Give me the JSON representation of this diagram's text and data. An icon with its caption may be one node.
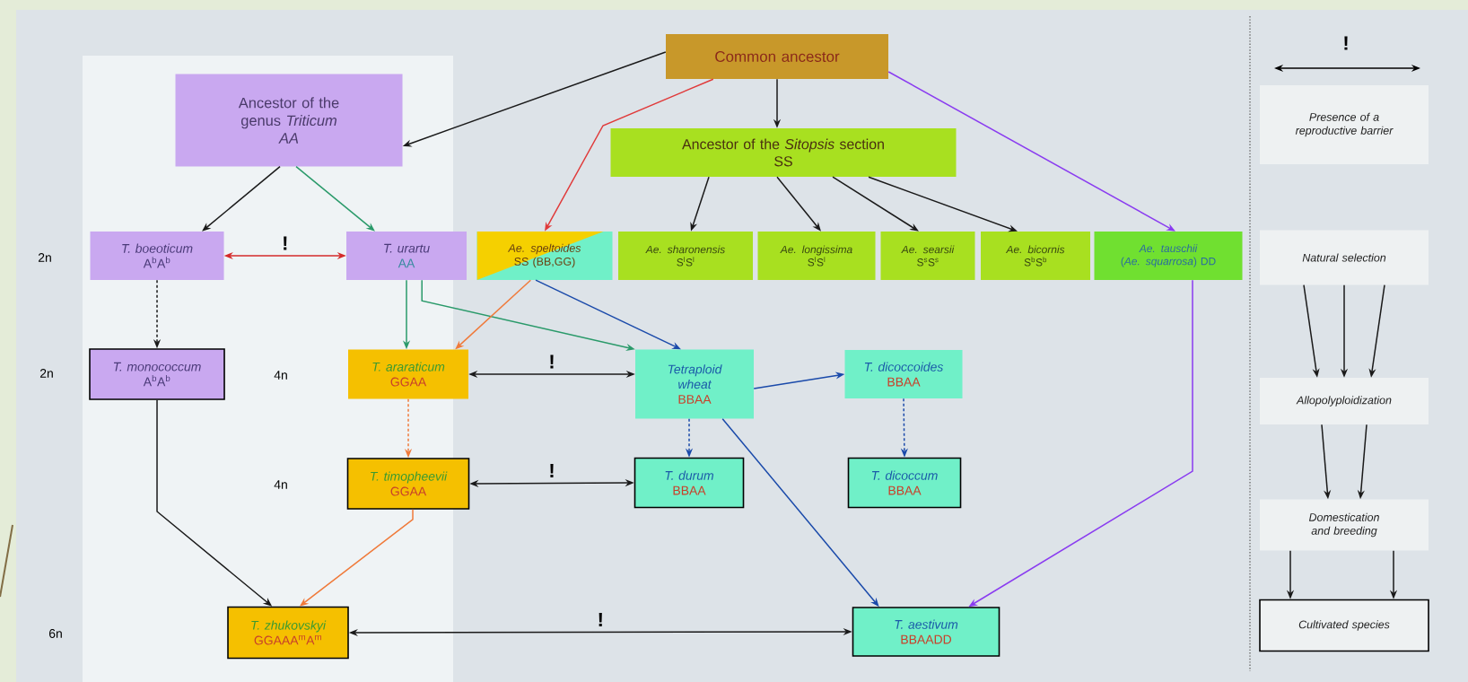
{
  "diagram": {
    "nodes": [
      {
        "text": [
          "Common ancestor"
        ]
      },
      {
        "text": [
          "Ancestor of the genus *Triticum*",
          "AA"
        ]
      },
      {
        "text": [
          "Ancestor of the *Sitopsis* section",
          "SS"
        ]
      },
      {
        "text": [
          "T. boeoticum",
          "A$^{b}$A$^{b}$"
        ]
      },
      {
        "text": [
          "T. urartu",
          "AA"
        ]
      },
      {
        "text": [
          "Ae. speltoides",
          "SS (BB,GG)"
        ]
      },
      {
        "text": [
          "Ae. sharonensis",
          "S$^{l}$S$^{l}$"
        ]
      },
      {
        "text": [
          "Ae. longissima",
          "S$^{l}$S$^{l}$"
        ]
      },
      {
        "text": [
          "Ae. searsii",
          "S$^{s}$S$^{s}$"
        ]
      },
      {
        "text": [
          "Ae. bicornis",
          "S$^{b}$S$^{b}$"
        ]
      },
      {
        "text": [
          "Ae. tauschii",
          "(*Ae. squarrosa*) DD"
        ]
      },
      {
        "text": [
          "T. monococcum",
          "A$^{b}$A$^{b}$"
        ]
      },
      {
        "text": [
          "T. araraticum",
          "GGAA"
        ]
      },
      {
        "text": [
          "Tetraploid wheat",
          "BBAA"
        ]
      },
      {
        "text": [
          "T. dicoccoides",
          "BBAA"
        ]
      },
      {
        "text": [
          "T. timopheevii",
          "GGAA"
        ]
      },
      {
        "text": [
          "T. durum",
          "BBAA"
        ]
      },
      {
        "text": [
          "T. dicoccum",
          "BBAA"
        ]
      },
      {
        "text": [
          "T. zhukovskyi",
          "GGAAA$^{m}$A$^{m}$"
        ]
      },
      {
        "text": [
          "T. aestivum",
          "BBAADD"
        ]
      },
      {
        "text": [
          "Presence of a reproductive barrier"
        ]
      },
      {
        "text": [
          "Natural selection"
        ]
      },
      {
        "text": [
          "Allopolyploidization"
        ]
      },
      {
        "text": [
          "Domestication and breeding"
        ]
      },
      {
        "text": [
          "Cultivated species"
        ]
      }
    ],
    "edges": [
      {
        "from": 0,
        "to": 1,
        "arrow": "to"
      },
      {
        "from": 0,
        "to": 2,
        "arrow": "to"
      },
      {
        "from": 0,
        "to": 5,
        "arrow": "to",
        "color": "#e03a3a"
      },
      {
        "from": 0,
        "to": 10,
        "arrow": "to",
        "color": "#8a3cf0"
      },
      {
        "from": 1,
        "to": 3,
        "arrow": "to"
      },
      {
        "from": 1,
        "to": 4,
        "arrow": "to",
        "color": "#2a9a6a"
      },
      {
        "from": 2,
        "to": 6,
        "arrow": "to"
      },
      {
        "from": 2,
        "to": 7,
        "arrow": "to"
      },
      {
        "from": 2,
        "to": 8,
        "arrow": "to"
      },
      {
        "from": 2,
        "to": 9,
        "arrow": "to"
      },
      {
        "from": 3,
        "to": 4,
        "arrow": "both",
        "label": "!",
        "color": "#d42a2a"
      },
      {
        "from": 3,
        "to": 11,
        "arrow": "to",
        "style": "dashed"
      },
      {
        "from": 4,
        "to": 12,
        "arrow": "to",
        "color": "#2a9a6a"
      },
      {
        "from": 4,
        "to": 13,
        "arrow": "to",
        "color": "#2a9a6a"
      },
      {
        "from": 5,
        "to": 12,
        "arrow": "to",
        "color": "#f07a3a"
      },
      {
        "from": 5,
        "to": 13,
        "arrow": "to",
        "color": "#1a4aaa"
      },
      {
        "from": 12,
        "to": 13,
        "arrow": "both",
        "label": "!"
      },
      {
        "from": 12,
        "to": 15,
        "arrow": "to",
        "style": "dashed",
        "color": "#f07a3a"
      },
      {
        "from": 13,
        "to": 14,
        "arrow": "to",
        "color": "#1a4aaa"
      },
      {
        "from": 13,
        "to": 16,
        "arrow": "to",
        "style": "dashed",
        "color": "#1a4aaa"
      },
      {
        "from": 13,
        "to": 19,
        "arrow": "to",
        "color": "#1a4aaa"
      },
      {
        "from": 14,
        "to": 17,
        "arrow": "to",
        "style": "dashed",
        "color": "#1a4aaa"
      },
      {
        "from": 15,
        "to": 16,
        "arrow": "both",
        "label": "!"
      },
      {
        "from": 11,
        "to": 18,
        "arrow": "to"
      },
      {
        "from": 15,
        "to": 18,
        "arrow": "to",
        "color": "#f07a3a"
      },
      {
        "from": 18,
        "to": 19,
        "arrow": "both",
        "label": "!"
      },
      {
        "from": 10,
        "to": 19,
        "arrow": "to",
        "color": "#8a3cf0"
      },
      {
        "from": 21,
        "to": 22,
        "arrow": "to"
      },
      {
        "from": 21,
        "to": 22,
        "arrow": "to"
      },
      {
        "from": 21,
        "to": 22,
        "arrow": "to"
      },
      {
        "from": 22,
        "to": 23,
        "arrow": "to"
      },
      {
        "from": 22,
        "to": 23,
        "arrow": "to"
      },
      {
        "from": 23,
        "to": 24,
        "arrow": "to"
      },
      {
        "from": 23,
        "to": 24,
        "arrow": "to"
      }
    ],
    "labels": [
      "!",
      "2n",
      "2n",
      "4n",
      "4n",
      "6n"
    ]
  }
}
